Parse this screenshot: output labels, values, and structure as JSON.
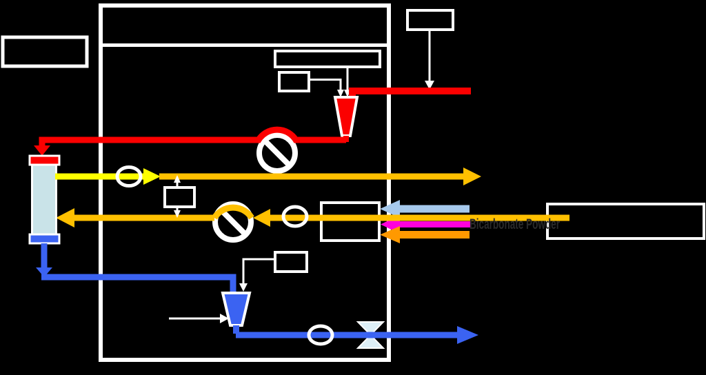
{
  "diagram": {
    "kind": "dialysis-machine-flow-schematic",
    "note": "Flow schematic on black background; box label text is black-on-black (not visible). Only outlines, colored flow paths and one dark label are rendered.",
    "labels": {
      "bicarbonate_powder": "Bicarbonate Powder"
    },
    "colors": {
      "background": "#000000",
      "outline_white": "#FFFFFF",
      "blood_red": "#FB0000",
      "fresh_dialysate_yellow": "#FFFF00",
      "dialysate_gold": "#FFC000",
      "drain_blue": "#3B63F2",
      "dialyzer_body_pale_cyan": "#C9E3E8",
      "concentrate_light_blue": "#A6C9EC",
      "concentrate_magenta": "#FF00DC",
      "concentrate_orange": "#FF9900",
      "valve_pale_blue": "#DDEFF6",
      "dark_label_text": "#2B2B2B"
    },
    "components": [
      "machine-enclosure-outline",
      "machine-header-divider",
      "top-left-label-box",
      "top-right-label-box",
      "wide-label-box",
      "small-label-box",
      "arterial-drip-chamber",
      "blood-pump",
      "dialyzer-column",
      "balancing-chamber",
      "dialysate-pump",
      "inline-label-box",
      "bicarbonate-supply-box",
      "flow-sensor-yellow-line",
      "flow-sensor-gold-line",
      "flow-sensor-blue-line",
      "deaeration-chamber",
      "shutoff-valve",
      "drain-label-callout-box",
      "pointer-arrow-left"
    ],
    "flows": [
      {
        "name": "blood-supply-line",
        "color_key": "blood_red"
      },
      {
        "name": "blood-to-dialyzer-line",
        "color_key": "blood_red"
      },
      {
        "name": "dialysate-outflow-line",
        "color_keys": [
          "fresh_dialysate_yellow",
          "dialysate_gold"
        ]
      },
      {
        "name": "dialysate-return-line",
        "color_key": "dialysate_gold"
      },
      {
        "name": "concentrate-inlet-arrow-top",
        "color_key": "concentrate_light_blue"
      },
      {
        "name": "concentrate-inlet-arrow-middle",
        "color_key": "concentrate_magenta"
      },
      {
        "name": "concentrate-inlet-arrow-bottom",
        "color_key": "concentrate_orange"
      },
      {
        "name": "drain-line",
        "color_key": "drain_blue"
      }
    ]
  }
}
